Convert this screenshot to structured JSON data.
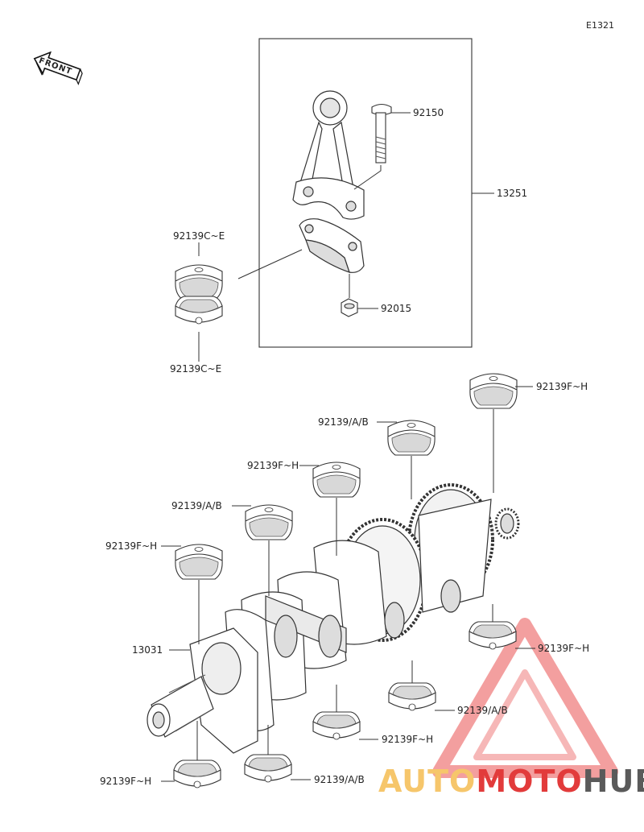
{
  "diagram_code": "E1321",
  "front_label": "FRONT",
  "labels": {
    "bolt": "92150",
    "rod_assembly": "13251",
    "rod_bearing_upper": "92139C~E",
    "rod_bearing_lower": "92139C~E",
    "nut": "92015",
    "main_bearing_f_top": "92139F~H",
    "main_bearing_ab_1": "92139/A/B",
    "main_bearing_f_2": "92139F~H",
    "main_bearing_ab_3": "92139/A/B",
    "main_bearing_f_4": "92139F~H",
    "crankshaft": "13031",
    "main_bearing_f_right": "92139F~H",
    "main_bearing_ab_right": "92139/A/B",
    "main_bearing_f_bottom_mid": "92139F~H",
    "main_bearing_ab_bottom": "92139/A/B",
    "main_bearing_f_bottom_left": "92139F~H"
  },
  "watermark": {
    "part1": "AUTO",
    "part2": "MOTO",
    "part3": "HUB",
    "color1": "#f6c66b",
    "color2": "#e23b3b",
    "color3": "#5a5a5a"
  }
}
